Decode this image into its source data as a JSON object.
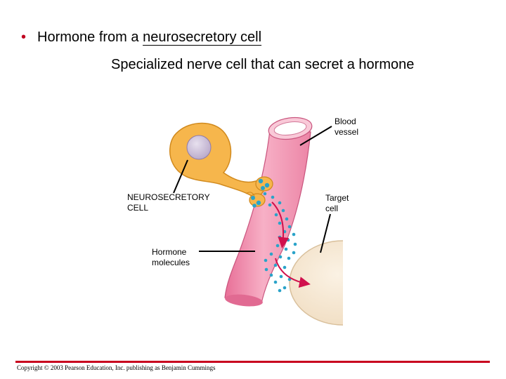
{
  "slide": {
    "bullet_prefix": "Hormone from a",
    "bullet_term": "neurosecretory cell",
    "definition": "Specialized nerve cell that can secret a hormone"
  },
  "labels": {
    "blood_vessel": "Blood\nvessel",
    "target_cell": "Target\ncell",
    "neurosecretory_cell": "NEUROSECRETORY\nCELL",
    "hormone_molecules": "Hormone\nmolecules"
  },
  "footer": {
    "copyright": "Copyright © 2003 Pearson Education, Inc. publishing as Benjamin Cummings"
  },
  "colors": {
    "bullet": "#c0001f",
    "footer_rule": "#c8001e",
    "neuron_fill": "#f6b64c",
    "vessel_fill": "#f4a0b9",
    "target_cell_fill": "#f6e6cf",
    "nucleus_fill": "#cbbcd8",
    "hormone_dot": "#2aa3c9",
    "arrow": "#d0104c"
  }
}
